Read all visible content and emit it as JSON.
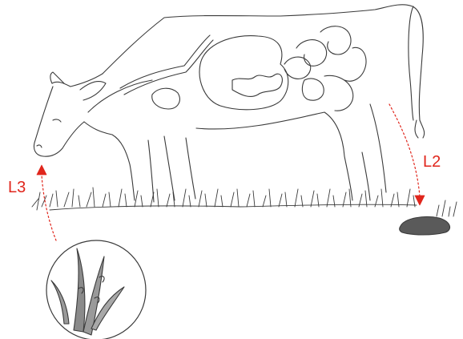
{
  "labels": {
    "l2": "L2",
    "l3": "L3"
  },
  "colors": {
    "arrow": "#e0261c",
    "label": "#e0261c",
    "sketch": "#3a3a3a",
    "dung": "#5a5a5a",
    "leaf": "#8a8a8a"
  },
  "icons": {
    "arrow_head": "triangle-arrowhead",
    "inset": "magnified-grass-circle"
  }
}
